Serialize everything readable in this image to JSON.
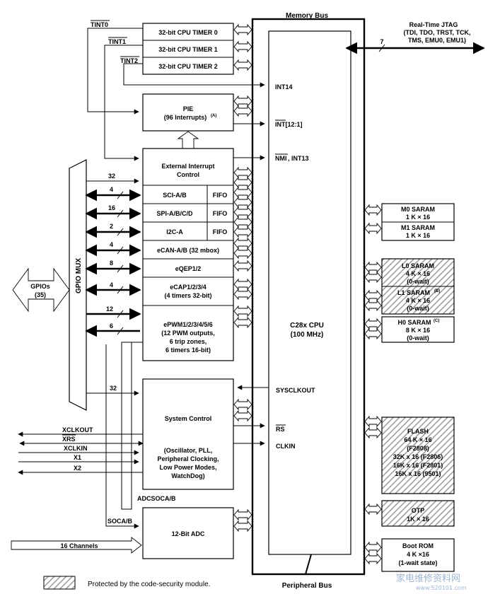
{
  "memory_bus": "Memory Bus",
  "peripheral_bus": "Peripheral Bus",
  "cpu": {
    "title": "C28x CPU",
    "freq": "(100 MHz)"
  },
  "jtag": {
    "title": "Real-Time JTAG",
    "line1": "(TDI, TDO, TRST, TCK,",
    "line2": "TMS, EMU0, EMU1)",
    "width": "7"
  },
  "timers": [
    "32-bit CPU TIMER 0",
    "32-bit CPU TIMER 1",
    "32-bit CPU TIMER 2"
  ],
  "tint": [
    "TINT0",
    "TINT1",
    "TINT2"
  ],
  "pie": {
    "line1": "PIE",
    "line2": "(96 Interrupts)",
    "sup": "(A)"
  },
  "int_signals": {
    "int14": "INT14",
    "int12": "INT[12:1]",
    "nmi": "NMI",
    "nmi_rest": ", INT13"
  },
  "ext_int": {
    "line1": "External Interrupt",
    "line2": "Control"
  },
  "peripherals": {
    "sci": "SCI-A/B",
    "spi": "SPI-A/B/C/D",
    "i2c": "I2C-A",
    "fifo": "FIFO",
    "ecan": "eCAN-A/B (32 mbox)",
    "eqep": "eQEP1/2",
    "ecap1": "eCAP1/2/3/4",
    "ecap2": "(4 timers 32-bit)",
    "epwm1": "ePWM1/2/3/4/5/6",
    "epwm2": "(12 PWM outputs,",
    "epwm3": "6 trip zones,",
    "epwm4": "6 timers 16-bit)"
  },
  "bus_widths": {
    "ext": "32",
    "sci": "4",
    "spi": "16",
    "i2c": "2",
    "ecan": "4",
    "eqep": "8",
    "ecap": "4",
    "epwm_a": "12",
    "epwm_b": "6",
    "sys": "32"
  },
  "gpio_mux": "GPIO MUX",
  "gpios": {
    "line1": "GPIOs",
    "line2": "(35)"
  },
  "sysctl": {
    "title": "System Control",
    "l1": "(Oscillator, PLL,",
    "l2": "Peripheral Clocking,",
    "l3": "Low Power Modes,",
    "l4": "WatchDog)"
  },
  "sys_signals": {
    "sysclkout": "SYSCLKOUT",
    "rs": "RS",
    "clkin": "CLKIN"
  },
  "clock_pins": {
    "xclkout": "XCLKOUT",
    "xrs": "XRS",
    "xclkin": "XCLKIN",
    "x1": "X1",
    "x2": "X2"
  },
  "adc": {
    "title": "12-Bit ADC",
    "adcsoca": "ADCSOCA/B",
    "soca": "SOCA/B",
    "channels": "16 Channels"
  },
  "memory": {
    "m0": {
      "line1": "M0 SARAM",
      "line2": "1 K × 16"
    },
    "m1": {
      "line1": "M1 SARAM",
      "line2": "1 K × 16"
    },
    "l0": {
      "line1": "L0 SARAM",
      "line2": "4 K × 16",
      "line3": "(0-wait)"
    },
    "l1": {
      "line1": "L1 SARAM",
      "sup": "(B)",
      "line2": "4 K × 16",
      "line3": "(0-wait)"
    },
    "h0": {
      "line1": "H0 SARAM",
      "sup": "(C)",
      "line2": "8 K × 16",
      "line3": "(0-wait)"
    },
    "flash": {
      "title": "FLASH",
      "l1": "64 K × 16",
      "l2": "(F2808)",
      "l3": "32K x 16 (F2806)",
      "l4": "16K x 16 (F2801)",
      "l5": "16K x 16 (9501)"
    },
    "otp": {
      "line1": "OTP",
      "line2": "1K × 16"
    },
    "boot": {
      "line1": "Boot ROM",
      "line2": "4 K ×16",
      "line3": "(1-wait state)"
    }
  },
  "legend": "Protected by the code-security module.",
  "watermark": "家电维修资料网",
  "watermark_url": "www.520101.com"
}
